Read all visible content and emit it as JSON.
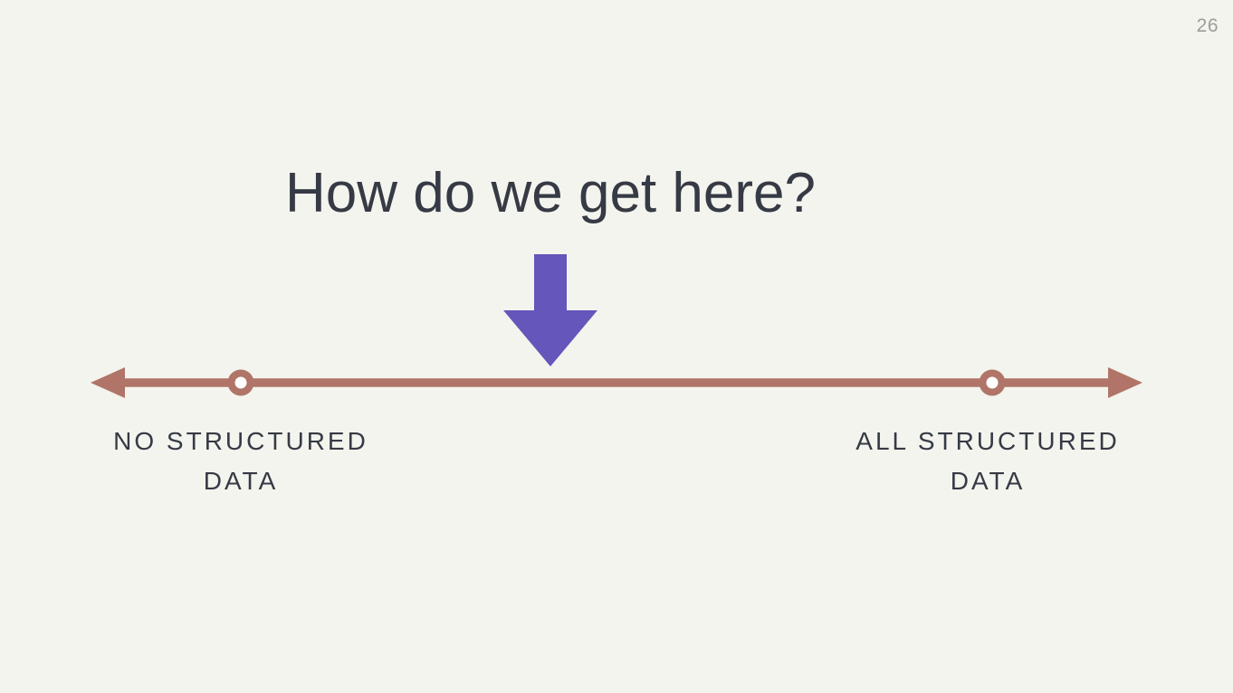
{
  "page": {
    "number": "26"
  },
  "title": "How do we get here?",
  "spectrum": {
    "left_label": [
      "NO STRUCTURED",
      "DATA"
    ],
    "right_label": [
      "ALL STRUCTURED",
      "DATA"
    ]
  },
  "icons": {
    "down_arrow": "⬇",
    "axis_left_arrowhead": "◀",
    "axis_right_arrowhead": "▶",
    "axis_marker": "◎"
  },
  "colors": {
    "background": "#f3f4ed",
    "text_dark": "#363a45",
    "page_number": "#9d9d9b",
    "axis": "#b07568",
    "arrow_purple": "#6456bb",
    "marker_hole": "#ffffff"
  }
}
